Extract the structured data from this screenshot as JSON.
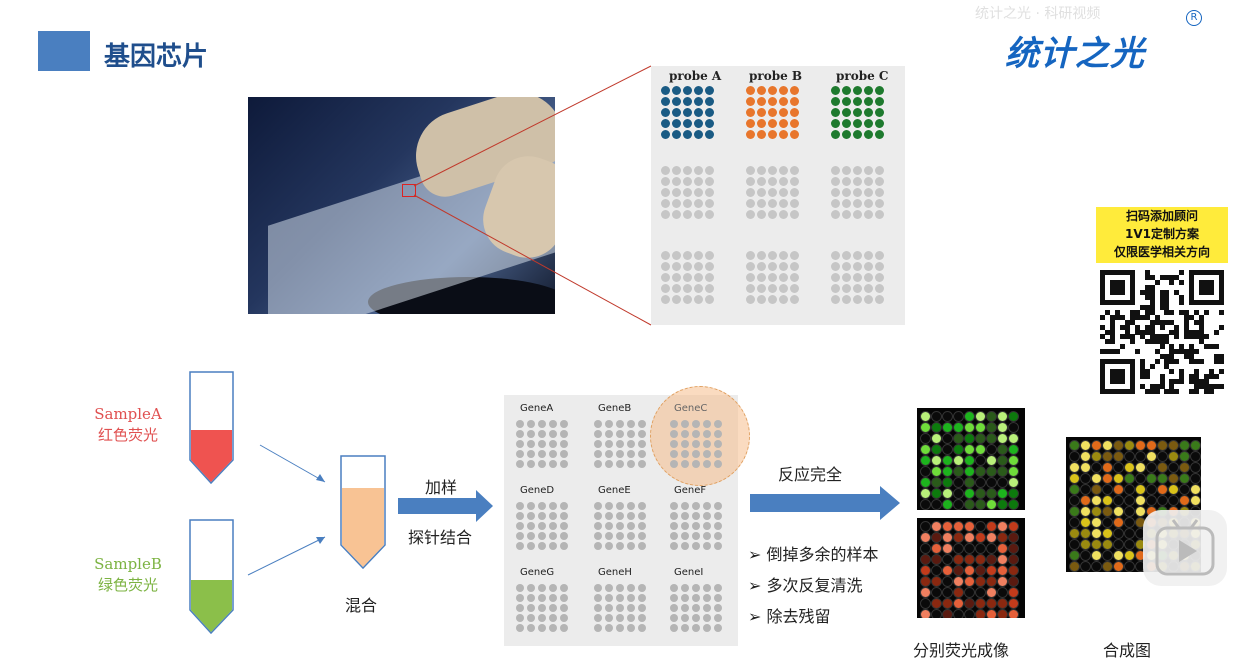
{
  "header": {
    "title": "基因芯片",
    "logo": "统计之光",
    "logo_mark": "R",
    "watermark": "统计之光 · 科研视频"
  },
  "probe_panel": {
    "labels": [
      "probe A",
      "probe B",
      "probe C"
    ],
    "colors": [
      "#1a5b84",
      "#e8762c",
      "#1e7a2e",
      "#c6c6c6"
    ]
  },
  "samples": {
    "a": {
      "name": "SampleA",
      "desc": "红色荧光",
      "color": "#e05050",
      "fill": "#ef5350"
    },
    "b": {
      "name": "SampleB",
      "desc": "绿色荧光",
      "color": "#7cb342",
      "fill": "#8bbf4a"
    },
    "mix": {
      "label": "混合",
      "fill": "#f8c394"
    }
  },
  "step1": {
    "top": "加样",
    "bottom": "探针结合"
  },
  "gene_panel": {
    "genes": [
      "GeneA",
      "GeneB",
      "GeneC",
      "GeneD",
      "GeneE",
      "GeneF",
      "GeneG",
      "GeneH",
      "GeneI"
    ]
  },
  "step2": {
    "top": "反应完全",
    "bullets": [
      "倒掉多余的样本",
      "多次反复清洗",
      "除去残留"
    ]
  },
  "images": {
    "separate": "分别荧光成像",
    "merged": "合成图"
  },
  "qr": {
    "lines": [
      "扫码添加顾问",
      "1V1定制方案",
      "仅限医学相关方向"
    ]
  }
}
